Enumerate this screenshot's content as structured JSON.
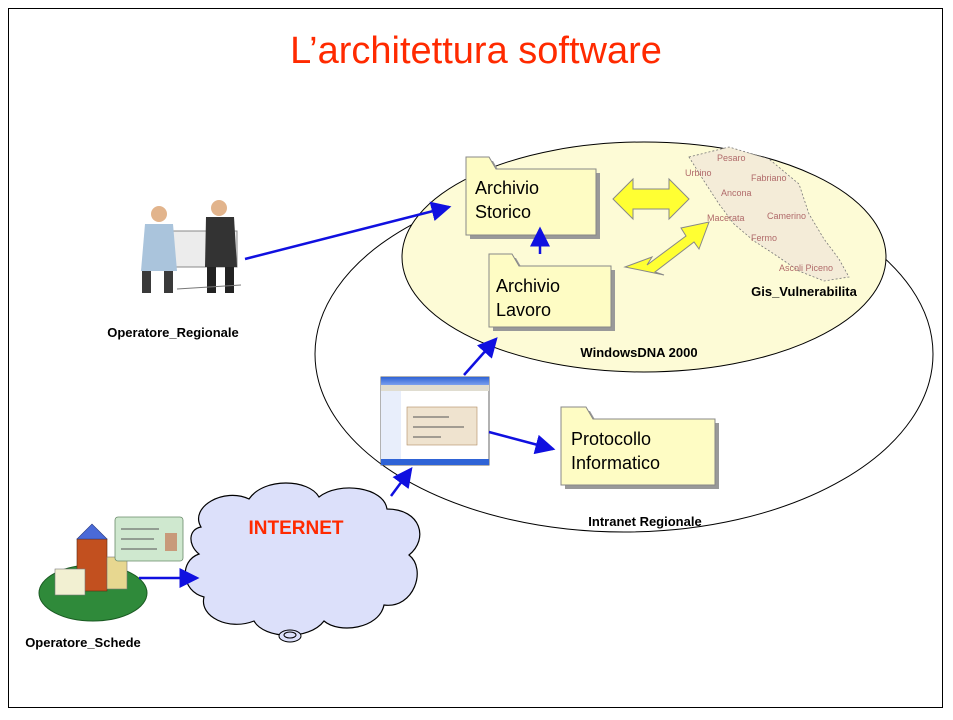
{
  "title": "L’architettura software",
  "zones": {
    "intranet": "Intranet Regionale",
    "windows": "WindowsDNA 2000"
  },
  "nodes": {
    "archivio_storico": [
      "Archivio",
      "Storico"
    ],
    "archivio_lavoro": [
      "Archivio",
      "Lavoro"
    ],
    "protocollo": [
      "Protocollo",
      "Informatico"
    ],
    "gis": "Gis_Vulnerabilita",
    "internet": "INTERNET",
    "operatore_regionale": "Operatore_Regionale",
    "operatore_schede": "Operatore_Schede"
  },
  "map_labels": [
    "Pesaro",
    "Urbino",
    "Ancona",
    "Fabriano",
    "Macerata",
    "Camerino",
    "Fermo",
    "Ascoli Piceno"
  ],
  "colors": {
    "title": "#ff2a00",
    "arrow": "#1010e0",
    "folder_fill": "#fefcc4",
    "ellipse_fill": "#fdfbd6",
    "dbl_arrow": "#ffff33"
  }
}
